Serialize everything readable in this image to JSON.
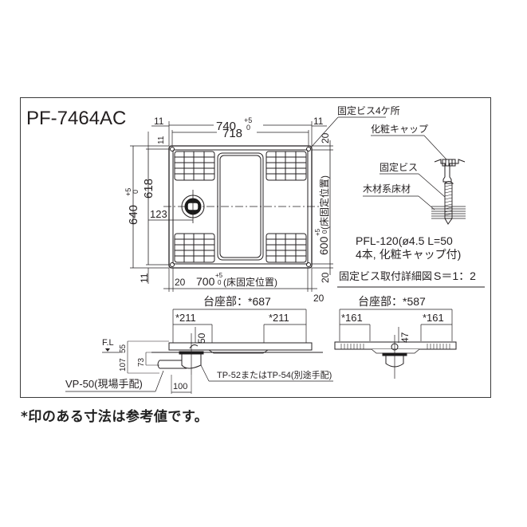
{
  "title": "PF-7464AC",
  "plan_view": {
    "overall_width": "740",
    "overall_width_tol_upper": "+5",
    "overall_width_tol_lower": "0",
    "inner_width": "718",
    "margin_left": "11",
    "margin_right": "11",
    "margin_top_small": "11",
    "overall_depth": "640",
    "overall_depth_tol_upper": "+5",
    "overall_depth_tol_lower": "0",
    "inner_depth": "618",
    "margin_bottom": "11",
    "drain_offset": "123",
    "fix_width": "700",
    "fix_width_tol_upper": "+5",
    "fix_width_tol_lower": "0",
    "fix_width_label": "(床固定位置)",
    "fix_edge_left": "20",
    "fix_edge_right": "20",
    "fix_depth": "600",
    "fix_depth_tol_upper": "+5",
    "fix_depth_tol_lower": "0",
    "fix_depth_label": "(床固定位置)",
    "fix_edge_top": "20",
    "fix_edge_bottom": "20",
    "screw_callout": "固定ビス4ケ所"
  },
  "detail_view": {
    "cap_label": "化粧キャップ",
    "screw_label": "固定ビス",
    "floor_label": "木材系床材",
    "part_line1": "PFL-120(ø4.5 L=50",
    "part_line2": "4本, 化粧キャップ付)",
    "caption": "固定ビス取付詳細図",
    "scale": "S＝1：2"
  },
  "side_view_front": {
    "base_label": "台座部：*687",
    "left_span": "*211",
    "right_span": "*211",
    "height_50": "50",
    "fl_label": "F.L",
    "dim_55": "55",
    "dim_107": "107",
    "dim_73": "73",
    "dim_100": "100",
    "pipe_label": "VP-50(現場手配)",
    "trap_label": "TP-52またはTP-54(別途手配)"
  },
  "side_view_side": {
    "base_label": "台座部：*587",
    "left_span": "*161",
    "right_span": "*161",
    "dim_47": "47"
  },
  "footnote": "*印のある寸法は参考値です。",
  "colors": {
    "line": "#231f20",
    "frame": "#3a3a3a",
    "drain": "#1a1a1a",
    "background": "#ffffff"
  }
}
